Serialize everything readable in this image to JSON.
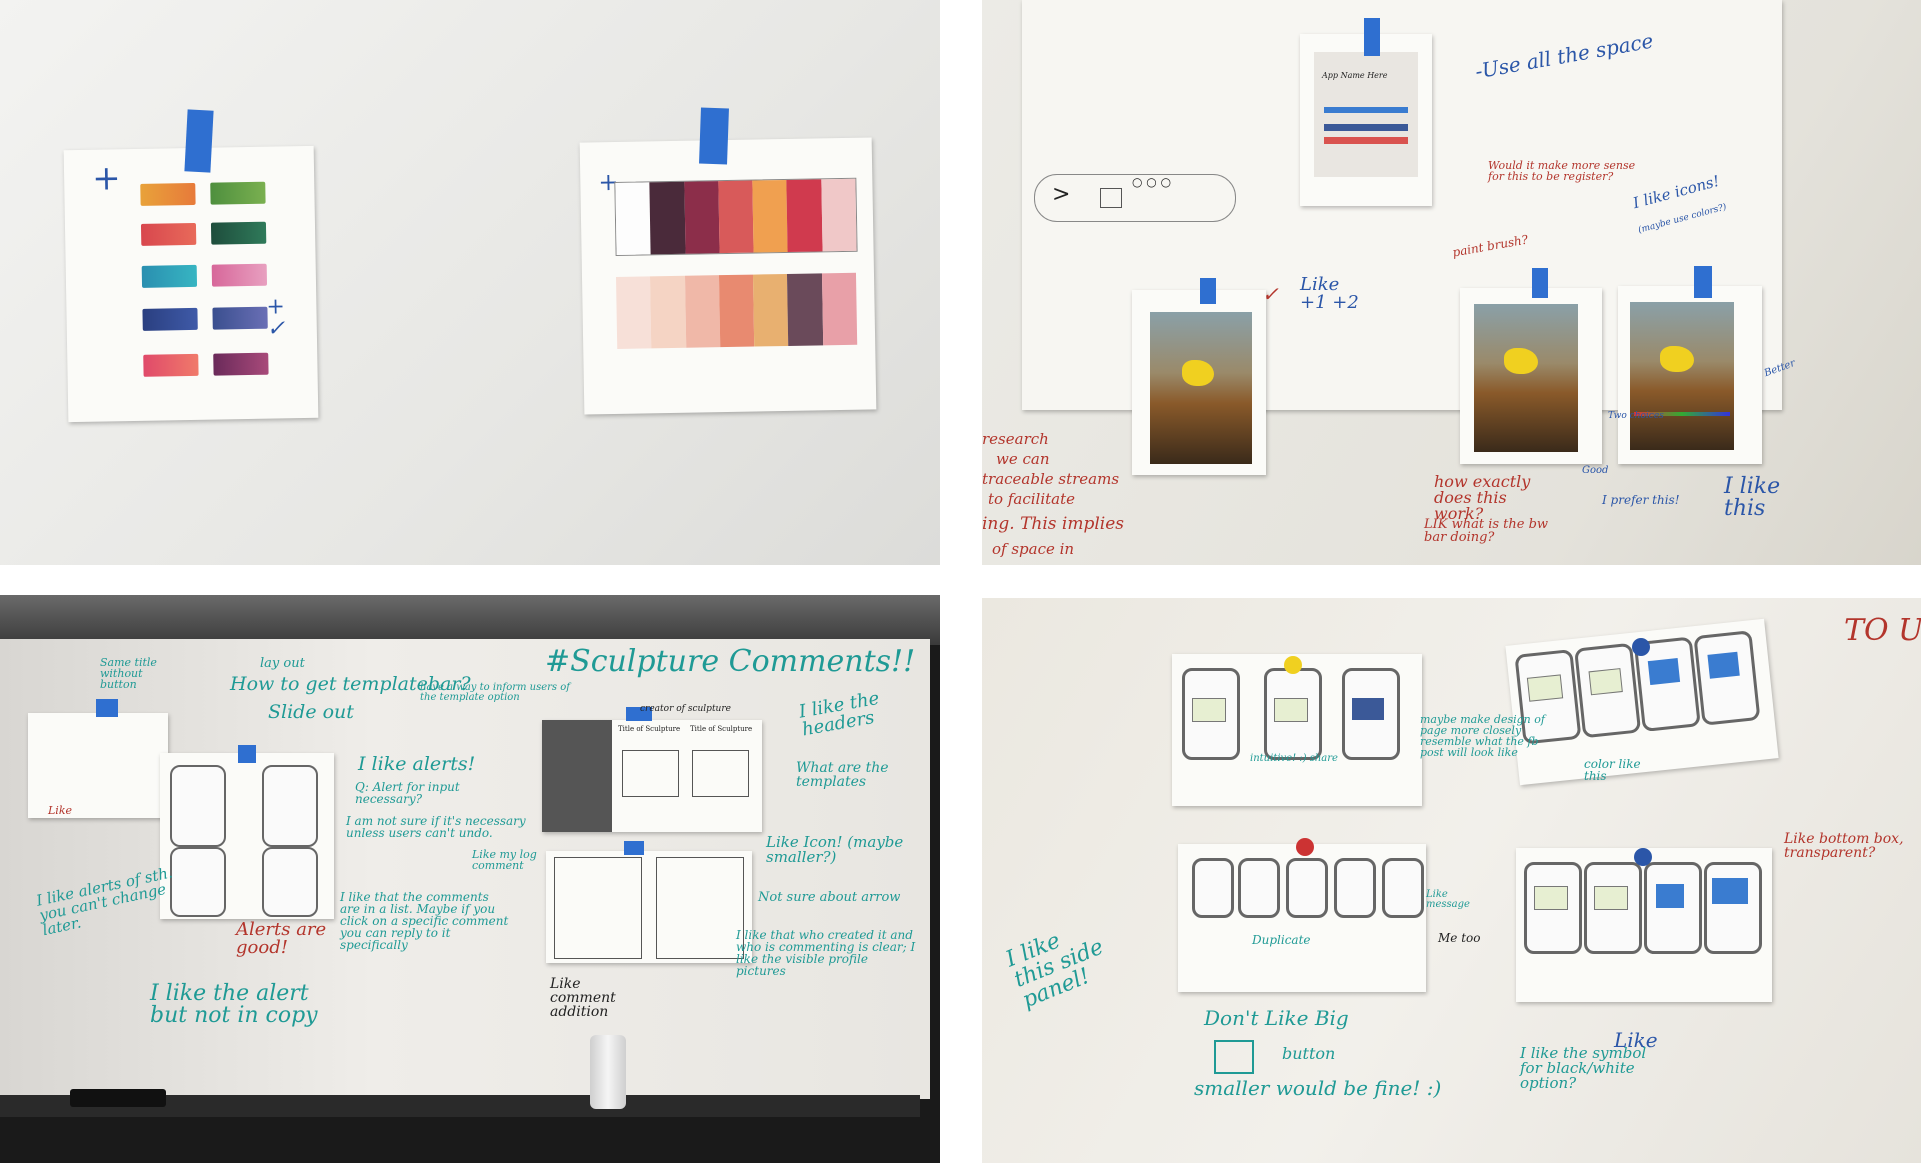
{
  "colors": {
    "tape": "#2f6fd0",
    "teal_marker": "#1f9a95",
    "red_marker": "#b3352c",
    "blue_marker": "#2b56a8"
  },
  "panel_tr": {
    "app_name": "App Name Here",
    "notes": {
      "use_space": "-Use all the space",
      "register": "Would it make more sense for this to be register?",
      "like_icons": "I like icons!",
      "like_icons_sub": "(maybe use colors?)",
      "like_plus": "Like +1 +2",
      "paint_brush": "paint brush?",
      "how_exactly": "how exactly does this work?",
      "bw_bar": "LIK what is the bw bar doing?",
      "good": "Good",
      "better": "Better",
      "two_choices": "Two choices",
      "i_prefer": "I prefer this!",
      "i_like_this": "I like this",
      "left_fragment_1": "research",
      "left_fragment_2": "we can",
      "left_fragment_3": "traceable streams",
      "left_fragment_4": "to facilitate",
      "left_fragment_5": "ing. This implies",
      "left_fragment_6": "of space in"
    }
  },
  "panel_bl": {
    "header_title": "#Sculpture Comments!!",
    "card_title_1": "Title of Sculpture",
    "card_title_2": "Title of Sculpture",
    "notes": {
      "same_title": "Same title without button",
      "layout": "lay out",
      "how_template": "How to get templatebar?",
      "slide_out": "Slide out",
      "inform": "have a way to inform users of the template option",
      "i_like_alerts": "I like alerts!",
      "alert_necessary": "Q: Alert for input necessary?",
      "not_sure": "I am not sure if it's necessary unless users can't undo.",
      "like_list": "I like that the comments are in a list. Maybe if you click on a specific comment you can reply to it specifically",
      "alerts_good": "Alerts are good!",
      "like_alerts_of": "I like alerts of sth. you can't change later.",
      "like_alert_not_copy": "I like the alert but not in copy",
      "like_comment_addition": "Like comment addition",
      "like_headers": "I like the headers",
      "what_templates": "What are the templates",
      "like_icon": "Like Icon! (maybe smaller?)",
      "not_sure_arrow": "Not sure about arrow",
      "like_creator": "I like that who created it and who is commenting is clear; I like the visible profile pictures",
      "creator_label": "creator of sculpture",
      "like_log": "Like my log comment",
      "like_small": "Like"
    }
  },
  "panel_br": {
    "notes": {
      "intuitive": "intuitive! :) share",
      "maybe_design": "maybe make design of page more closely resemble what the fb post will look like",
      "color": "color like this",
      "like_bottom_box": "Like bottom box, transparent?",
      "like_side_panel": "I like this side panel!",
      "duplicate": "Duplicate",
      "like_message": "Like message",
      "metoo": "Me too",
      "dont_like_big": "Don't Like Big",
      "button": "button",
      "smaller": "smaller would be fine! :)",
      "like_symbol": "I like the symbol for black/white option?",
      "like": "Like",
      "to_u": "TO U"
    }
  }
}
